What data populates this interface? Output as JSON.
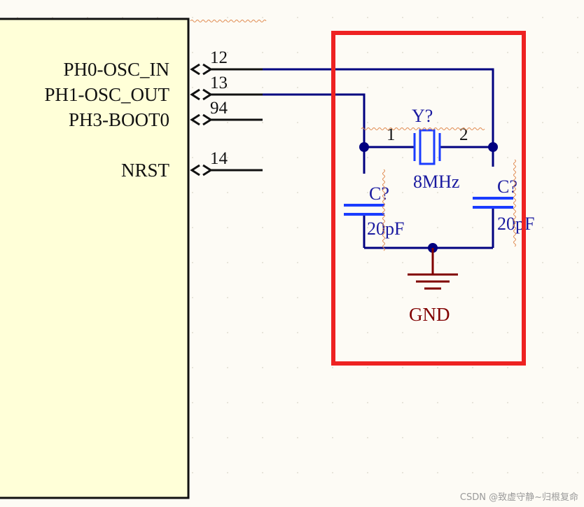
{
  "colors": {
    "background": "#fdfbf5",
    "chip_fill": "#ffffd8",
    "wire": "#000080",
    "component": "#1a3cff",
    "ground": "#800000",
    "highlight_box": "#ee2222",
    "pin_line": "#111111"
  },
  "chip": {
    "pins": [
      {
        "name": "PH0-OSC_IN",
        "number": "12"
      },
      {
        "name": "PH1-OSC_OUT",
        "number": "13"
      },
      {
        "name": "PH3-BOOT0",
        "number": "94"
      },
      {
        "name": "NRST",
        "number": "14"
      }
    ]
  },
  "crystal": {
    "designator": "Y?",
    "value": "8MHz",
    "pin1": "1",
    "pin2": "2"
  },
  "capacitor_left": {
    "designator": "C?",
    "value": "20pF"
  },
  "capacitor_right": {
    "designator": "C?",
    "value": "20pF"
  },
  "ground": {
    "label": "GND"
  },
  "watermark": "CSDN @致虚守静~归根复命"
}
